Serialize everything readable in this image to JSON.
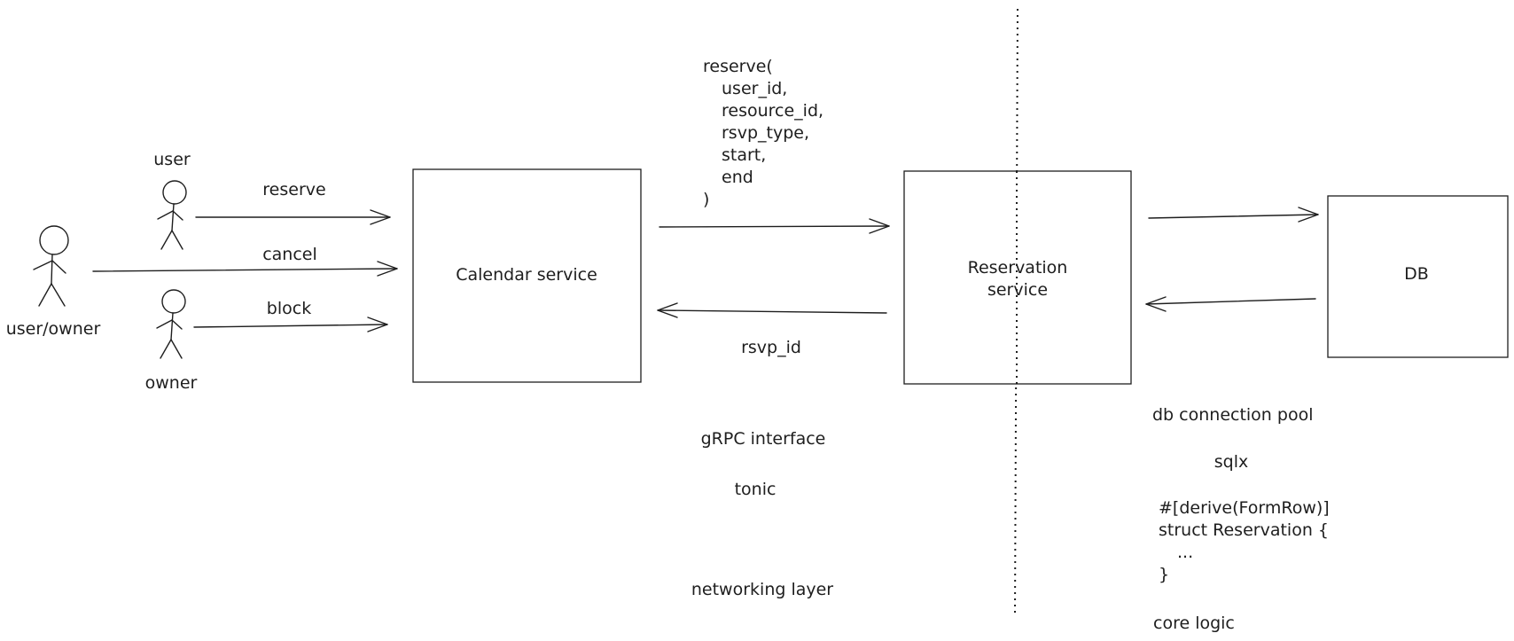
{
  "actors": {
    "user": "user",
    "user_owner": "user/owner",
    "owner": "owner"
  },
  "actions": {
    "reserve": "reserve",
    "cancel": "cancel",
    "block": "block"
  },
  "boxes": {
    "calendar": "Calendar service",
    "reservation_line1": "Reservation",
    "reservation_line2": "service",
    "db": "DB"
  },
  "rpc_call": {
    "lines": [
      "reserve(",
      "user_id,",
      "resource_id,",
      "rsvp_type,",
      "start,",
      "end",
      ")"
    ]
  },
  "rpc_response": "rsvp_id",
  "grpc_notes": {
    "interface": "gRPC interface",
    "tonic": "tonic",
    "networking": "networking layer"
  },
  "db_notes": {
    "pool": "db connection pool",
    "sqlx": "sqlx",
    "code_lines": [
      "#[derive(FormRow)]",
      "struct Reservation {",
      "...",
      "}"
    ],
    "core": "core logic"
  }
}
